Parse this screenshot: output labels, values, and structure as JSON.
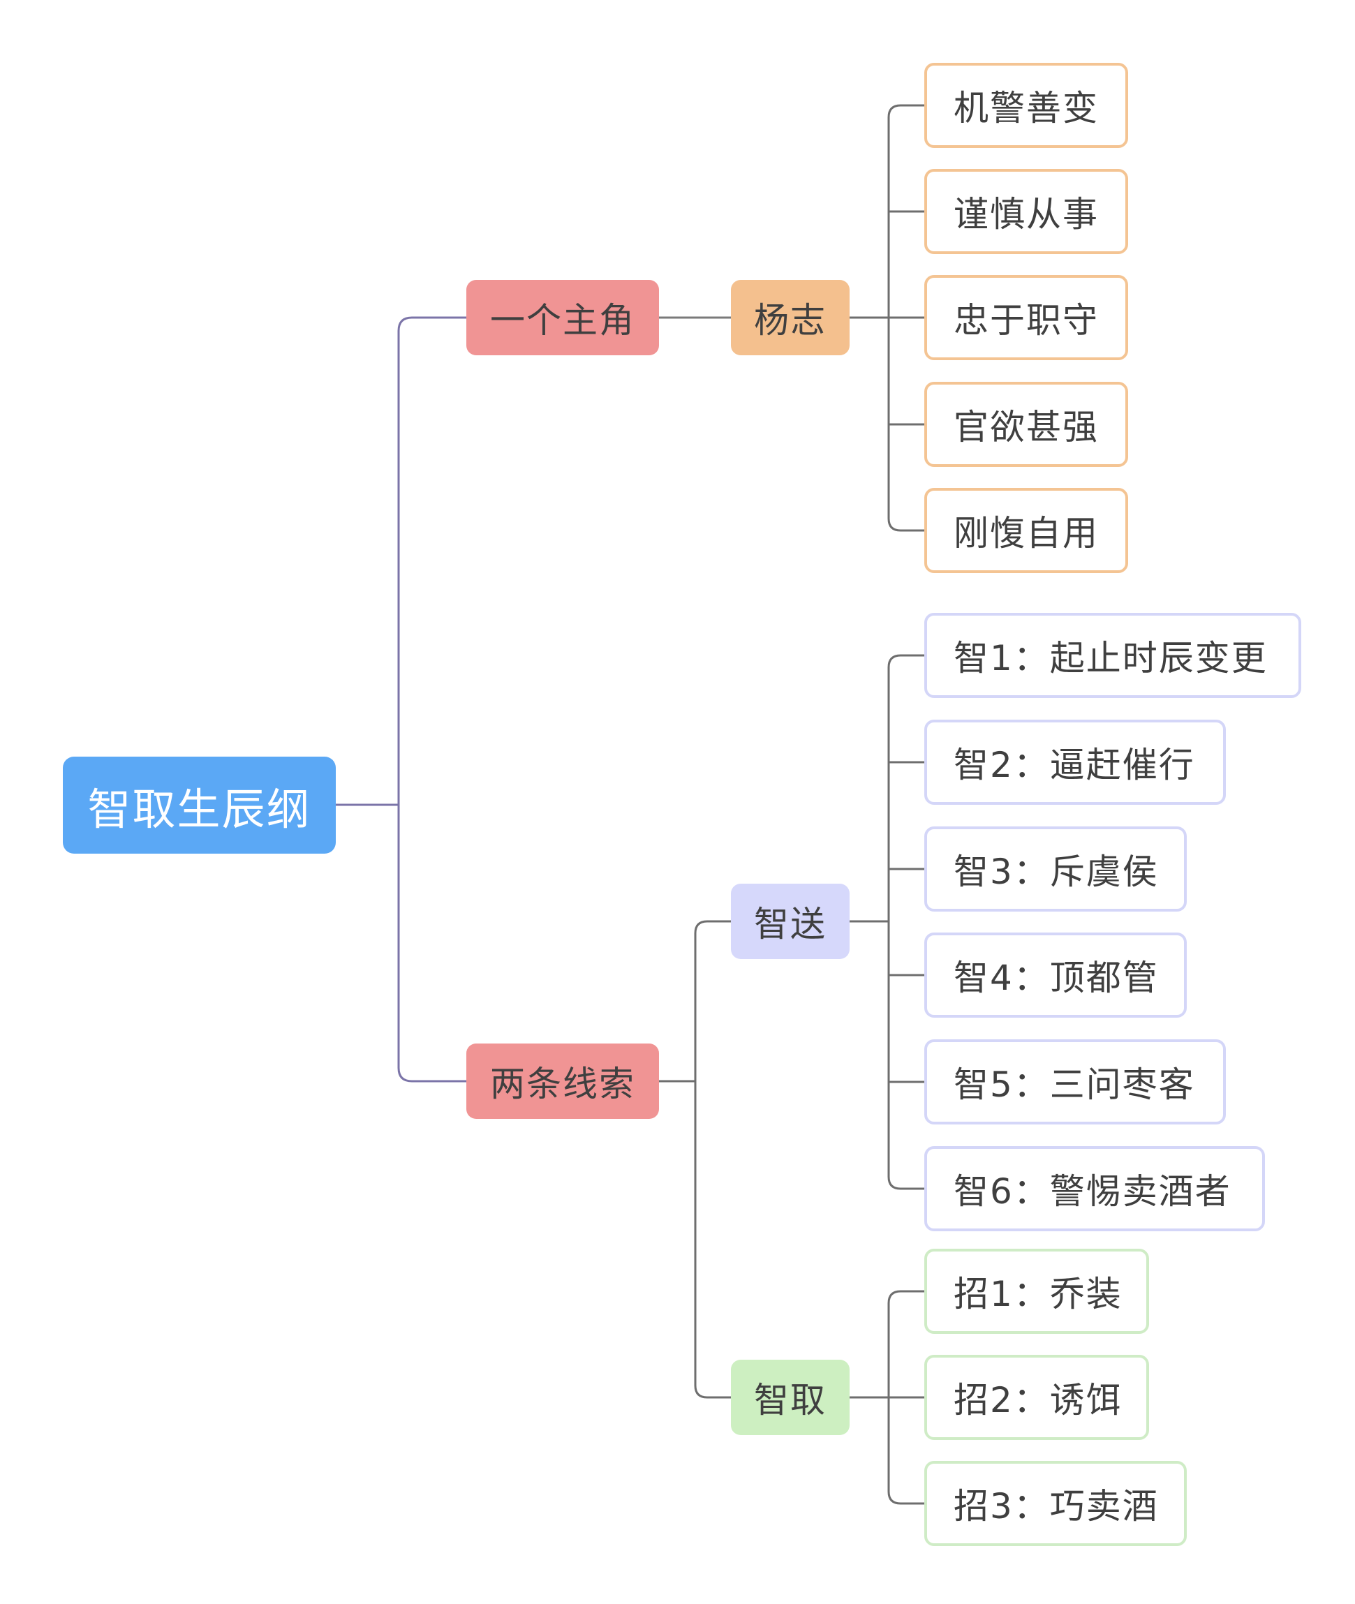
{
  "colors": {
    "root": "#5ba8f5",
    "branch": "#f09494",
    "yangzhi": "#f4c08e",
    "zhisong": "#d6d8fb",
    "zhiqu": "#cdefc1",
    "line_root": "#7b74a8",
    "line_child": "#6e6e6e"
  },
  "mindmap": {
    "root": "智取生辰纲",
    "branches": [
      {
        "label": "一个主角",
        "children": [
          {
            "label": "杨志",
            "leaves": [
              "机警善变",
              "谨慎从事",
              "忠于职守",
              "官欲甚强",
              "刚愎自用"
            ]
          }
        ]
      },
      {
        "label": "两条线索",
        "children": [
          {
            "label": "智送",
            "leaves": [
              "智1：起止时辰变更",
              "智2：逼赶催行",
              "智3：斥虞侯",
              "智4：顶都管",
              "智5：三问枣客",
              "智6：警惕卖酒者"
            ]
          },
          {
            "label": "智取",
            "leaves": [
              "招1：乔装",
              "招2：诱饵",
              "招3：巧卖酒"
            ]
          }
        ]
      }
    ]
  }
}
